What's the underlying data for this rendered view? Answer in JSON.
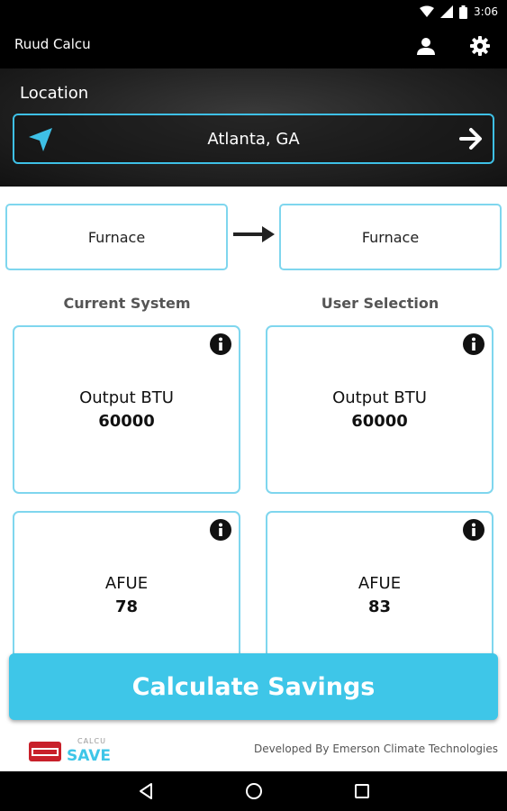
{
  "status_bar": {
    "time": "3:06",
    "icons": [
      "wifi-icon",
      "signal-icon",
      "battery-icon"
    ]
  },
  "app_bar": {
    "title": "Ruud Calcu",
    "icons": [
      "profile-icon",
      "settings-icon"
    ]
  },
  "location": {
    "label": "Location",
    "value": "Atlanta, GA",
    "icons": [
      "navigation-arrow-icon",
      "arrow-right-icon"
    ]
  },
  "systems": {
    "current": "Furnace",
    "selected": "Furnace"
  },
  "columns": {
    "current": "Current System",
    "user": "User Selection"
  },
  "metrics": {
    "output_btu": {
      "label": "Output BTU",
      "current": "60000",
      "selected": "60000"
    },
    "afue": {
      "label": "AFUE",
      "current": "78",
      "selected": "83"
    }
  },
  "actions": {
    "calculate": "Calculate Savings"
  },
  "footer": {
    "calcusave_small": "CALCU",
    "calcusave_big": "SAVE",
    "credit": "Developed By Emerson Climate Technologies"
  },
  "colors": {
    "accent": "#3ec6e8",
    "border": "#7fd6ee",
    "brand_red": "#c8202a"
  }
}
